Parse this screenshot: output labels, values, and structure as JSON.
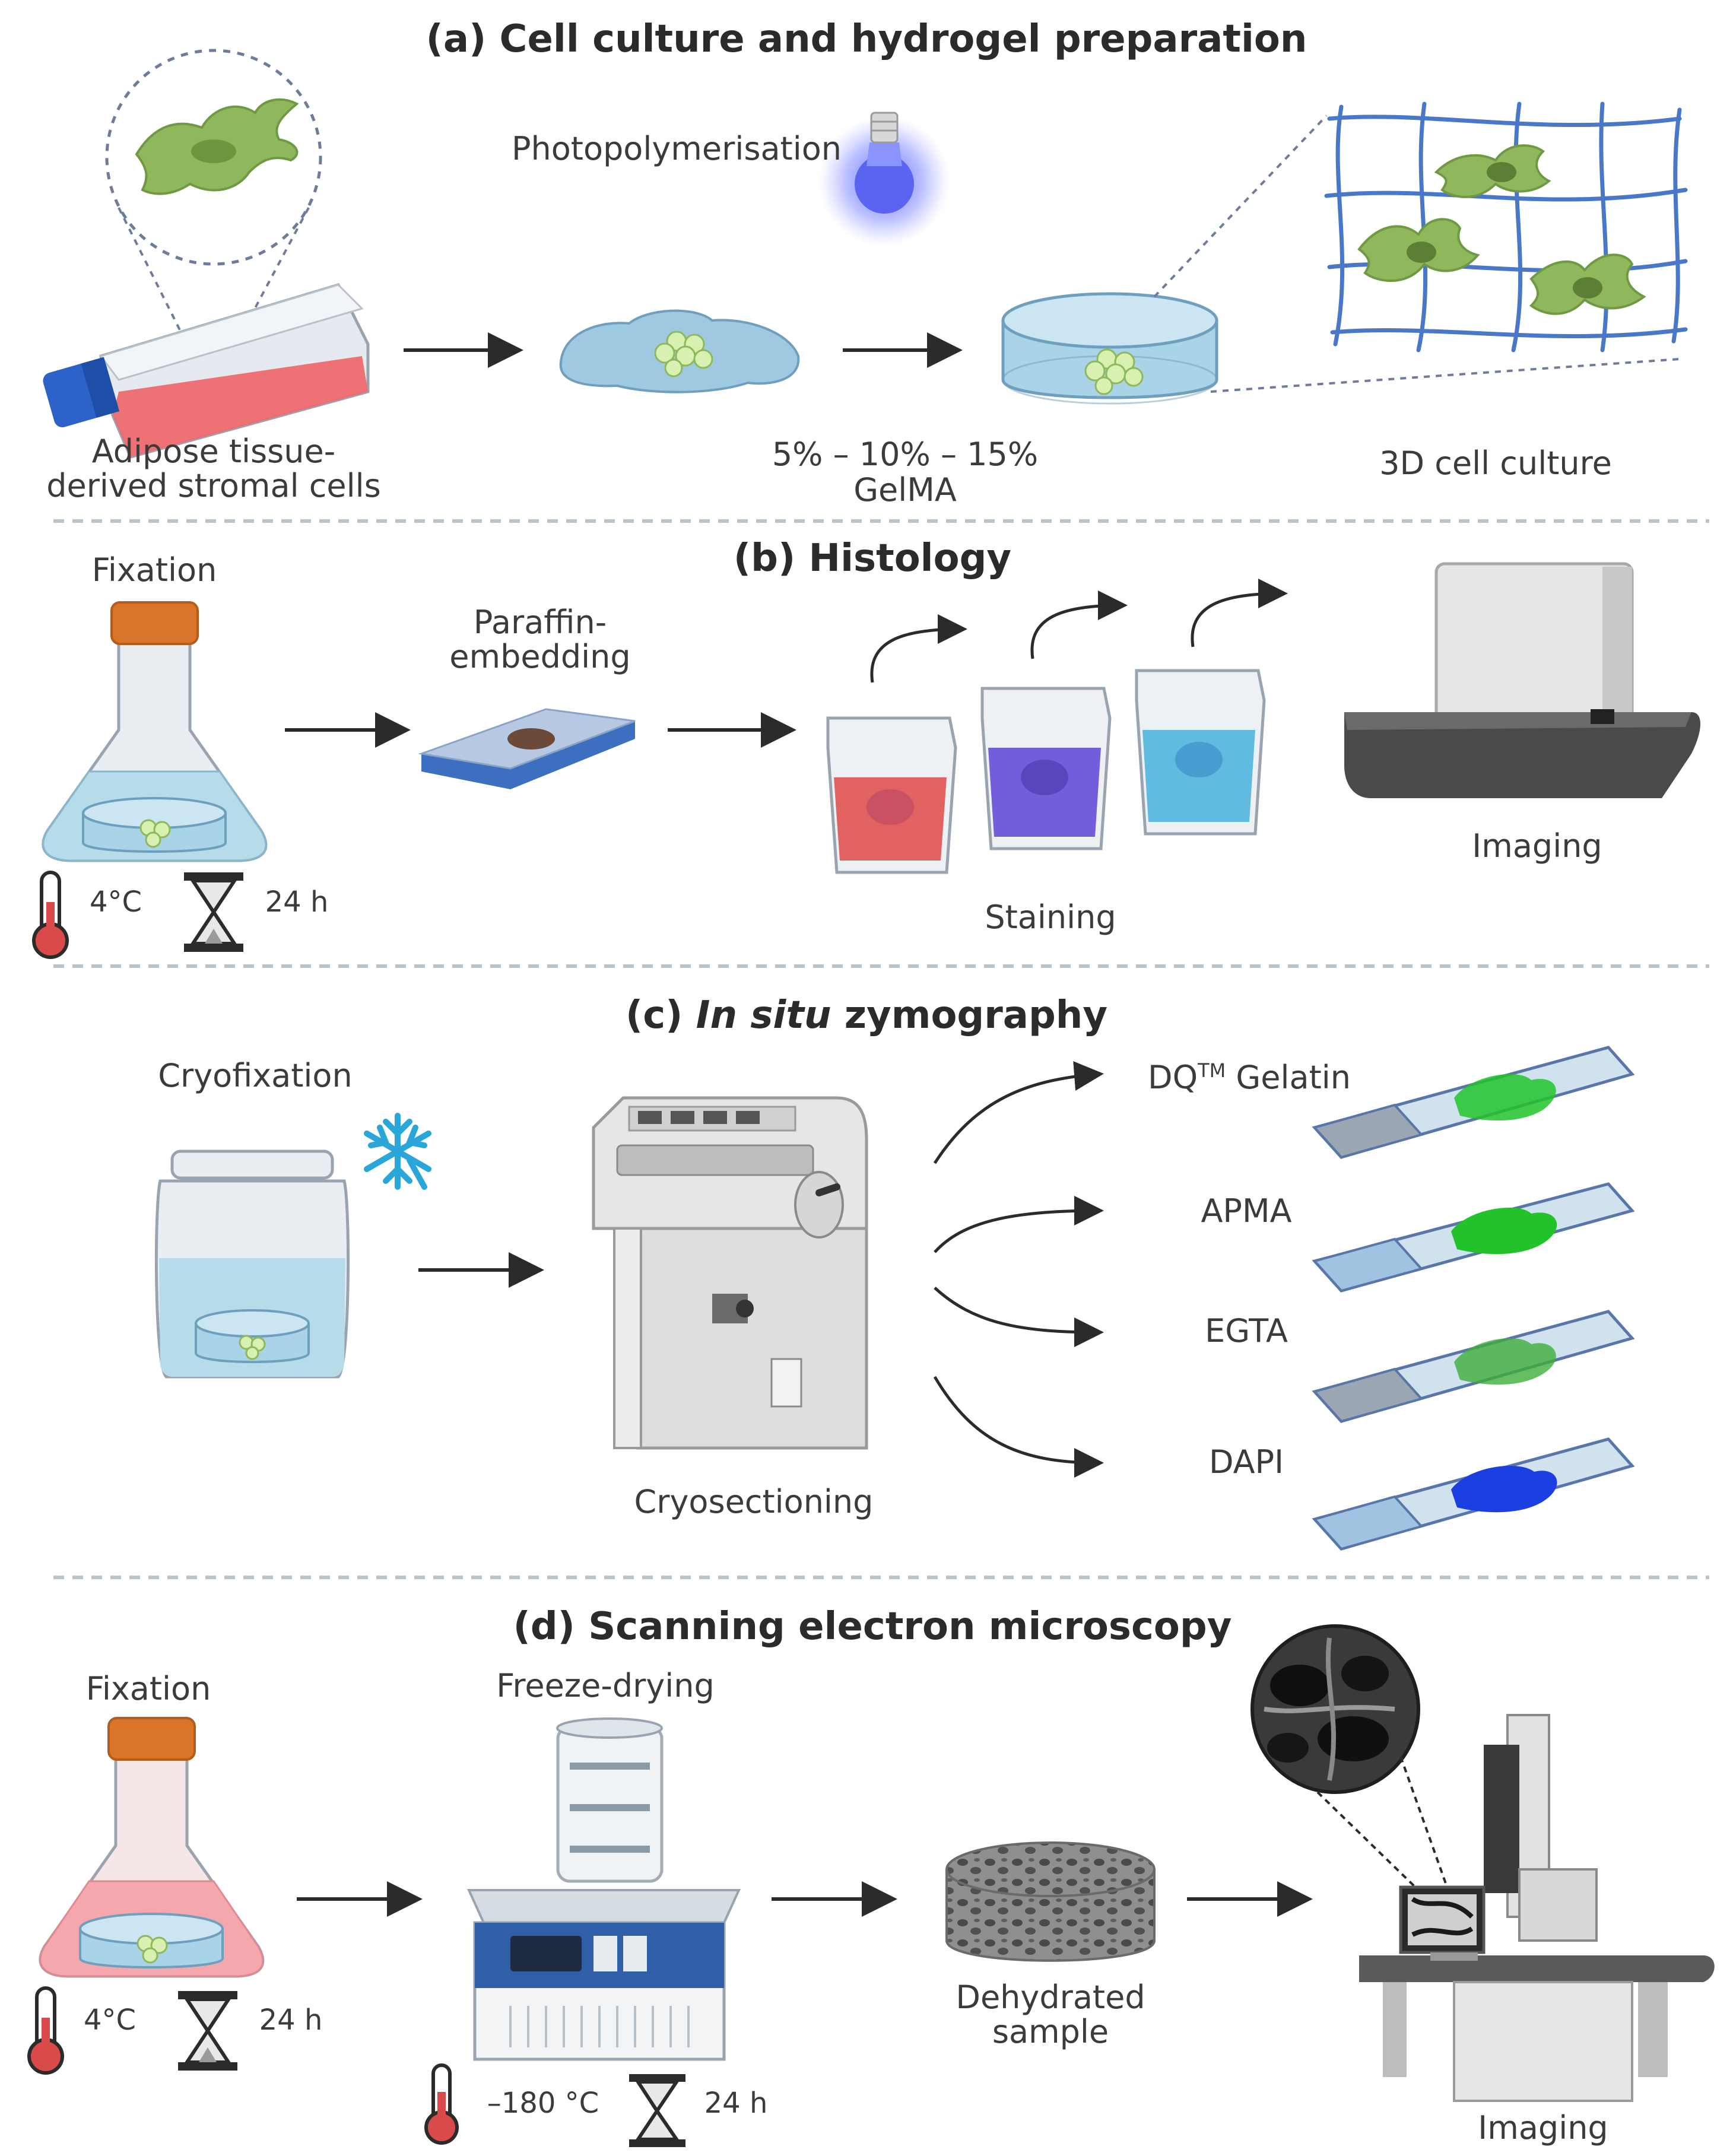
{
  "sections": {
    "a": {
      "title": "(a) Cell culture and hydrogel preparation",
      "cells_label_1": "Adipose tissue-",
      "cells_label_2": "derived stromal cells",
      "photopolymerisation": "Photopolymerisation",
      "concentrations": "5% – 10% – 15%",
      "gelma": "GelMA",
      "culture_3d": "3D cell culture"
    },
    "b": {
      "title": "(b) Histology",
      "fixation": "Fixation",
      "temperature": "4°C",
      "duration": "24 h",
      "paraffin_1": "Paraffin-",
      "paraffin_2": "embedding",
      "staining": "Staining",
      "imaging": "Imaging"
    },
    "c": {
      "title_prefix": "(c) ",
      "title_italic": "In situ",
      "title_suffix": " zymography",
      "cryofixation": "Cryofixation",
      "cryosectioning": "Cryosectioning",
      "dq_prefix": "DQ",
      "dq_sup": "TM",
      "dq_suffix": " Gelatin",
      "apma": "APMA",
      "egta": "EGTA",
      "dapi": "DAPI"
    },
    "d": {
      "title": "(d) Scanning electron microscopy",
      "fixation": "Fixation",
      "temperature": "4°C",
      "duration": "24 h",
      "freeze_drying": "Freeze-drying",
      "freeze_temperature": "–180 °C",
      "freeze_duration": "24 h",
      "dehydrated_1": "Dehydrated",
      "dehydrated_2": "sample",
      "imaging": "Imaging"
    }
  },
  "colors": {
    "arrow": "#2b2b2b",
    "divider": "#b9c3c9",
    "liquid_blue": "#b6dcea",
    "liquid_pink": "#f4a8ad",
    "cap_orange": "#d9742b",
    "cell_green": "#8fb85c",
    "gel_blue": "#9fc9e0",
    "stain_red": "#e05a5a",
    "stain_purple": "#6c54d8",
    "stain_cyan": "#57b7de",
    "fluor_green": "#22c32a",
    "fluor_blue": "#1b3fe0",
    "snowflake": "#2aa7d8",
    "bulb": "#5a64f0"
  }
}
